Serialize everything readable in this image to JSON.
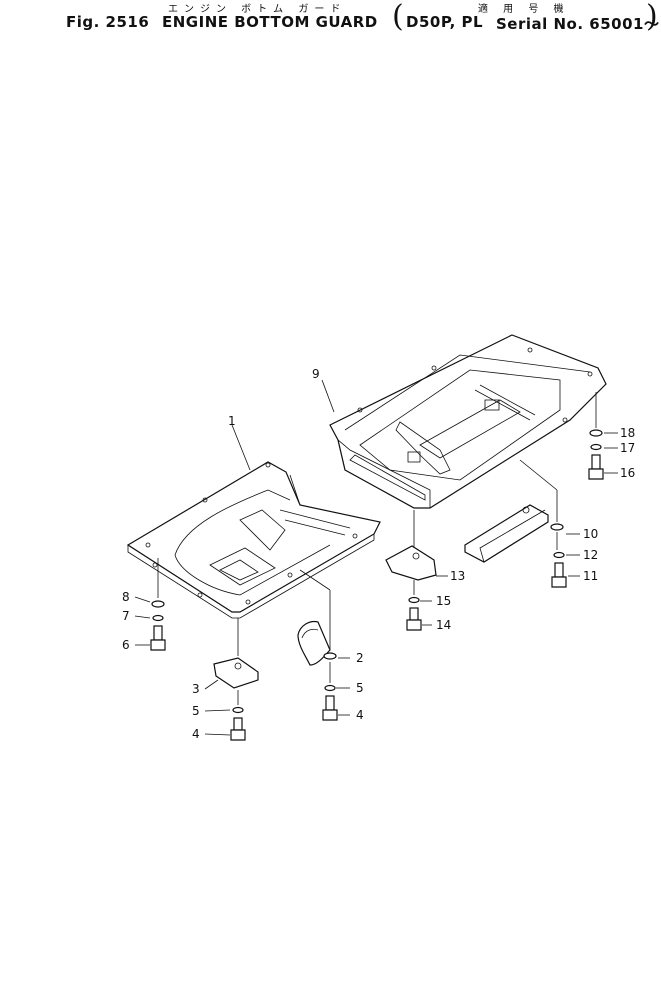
{
  "header": {
    "fig_label": "Fig. 2516",
    "title_jp": "エンジン ボトム ガード",
    "title_en": "ENGINE BOTTOM GUARD",
    "applicability_jp": "適 用 号 機",
    "model": "D50P, PL",
    "serial": "Serial No. 65001～"
  },
  "callouts": [
    {
      "id": "c1",
      "label": "1"
    },
    {
      "id": "c2",
      "label": "2"
    },
    {
      "id": "c3",
      "label": "3"
    },
    {
      "id": "c4a",
      "label": "4"
    },
    {
      "id": "c4b",
      "label": "4"
    },
    {
      "id": "c5a",
      "label": "5"
    },
    {
      "id": "c5b",
      "label": "5"
    },
    {
      "id": "c6",
      "label": "6"
    },
    {
      "id": "c7",
      "label": "7"
    },
    {
      "id": "c8",
      "label": "8"
    },
    {
      "id": "c9",
      "label": "9"
    },
    {
      "id": "c10",
      "label": "10"
    },
    {
      "id": "c11",
      "label": "11"
    },
    {
      "id": "c12",
      "label": "12"
    },
    {
      "id": "c13",
      "label": "13"
    },
    {
      "id": "c14",
      "label": "14"
    },
    {
      "id": "c15",
      "label": "15"
    },
    {
      "id": "c16",
      "label": "16"
    },
    {
      "id": "c17",
      "label": "17"
    },
    {
      "id": "c18",
      "label": "18"
    }
  ]
}
